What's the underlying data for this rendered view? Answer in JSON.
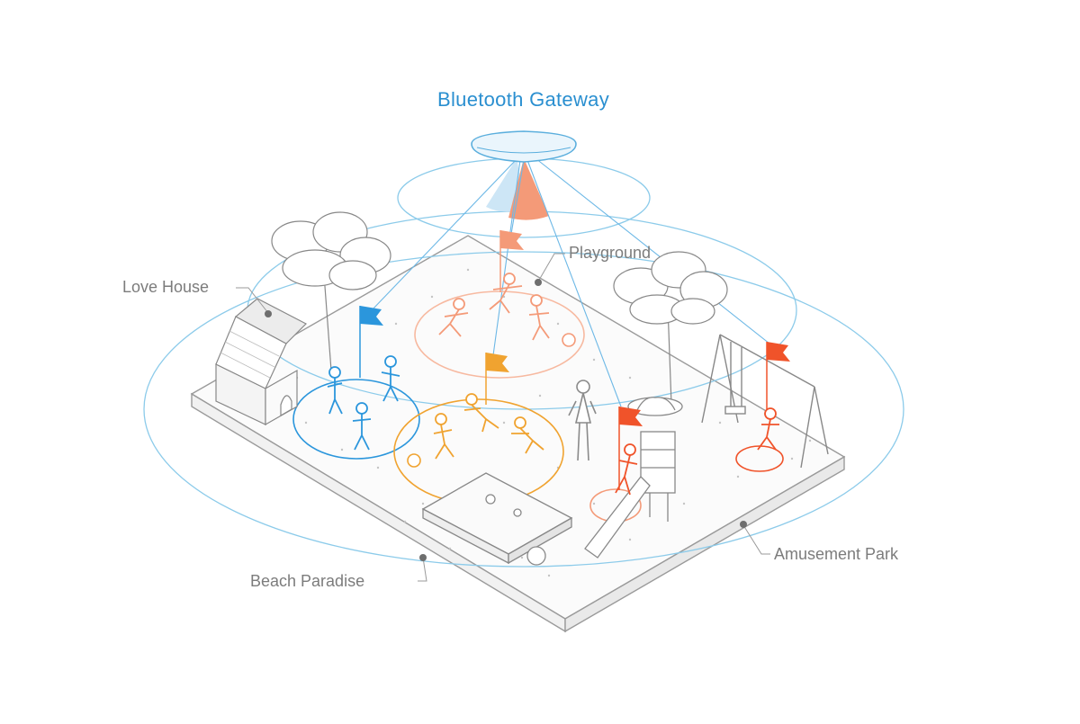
{
  "title": "Bluetooth Gateway",
  "labels": {
    "love_house": "Love House",
    "playground": "Playground",
    "amusement_park": "Amusement Park",
    "beach_paradise": "Beach Paradise"
  },
  "colors": {
    "title": "#2a8fd0",
    "gateway_ring": "#8ccbea",
    "label": "#7c7c7c",
    "blue_group": "#2b96dc",
    "orange_group": "#f0a330",
    "coral_group": "#f49a78",
    "red_group": "#f0532a",
    "ground_line": "#9a9a9a",
    "pointer_dot": "#6e6e6e"
  },
  "icons": [
    "gateway-device-icon",
    "flag-icon",
    "tree-icon",
    "house-icon",
    "swing-set-icon",
    "slide-tower-icon",
    "sandbox-icon",
    "child-figure-icon",
    "adult-figure-icon"
  ]
}
